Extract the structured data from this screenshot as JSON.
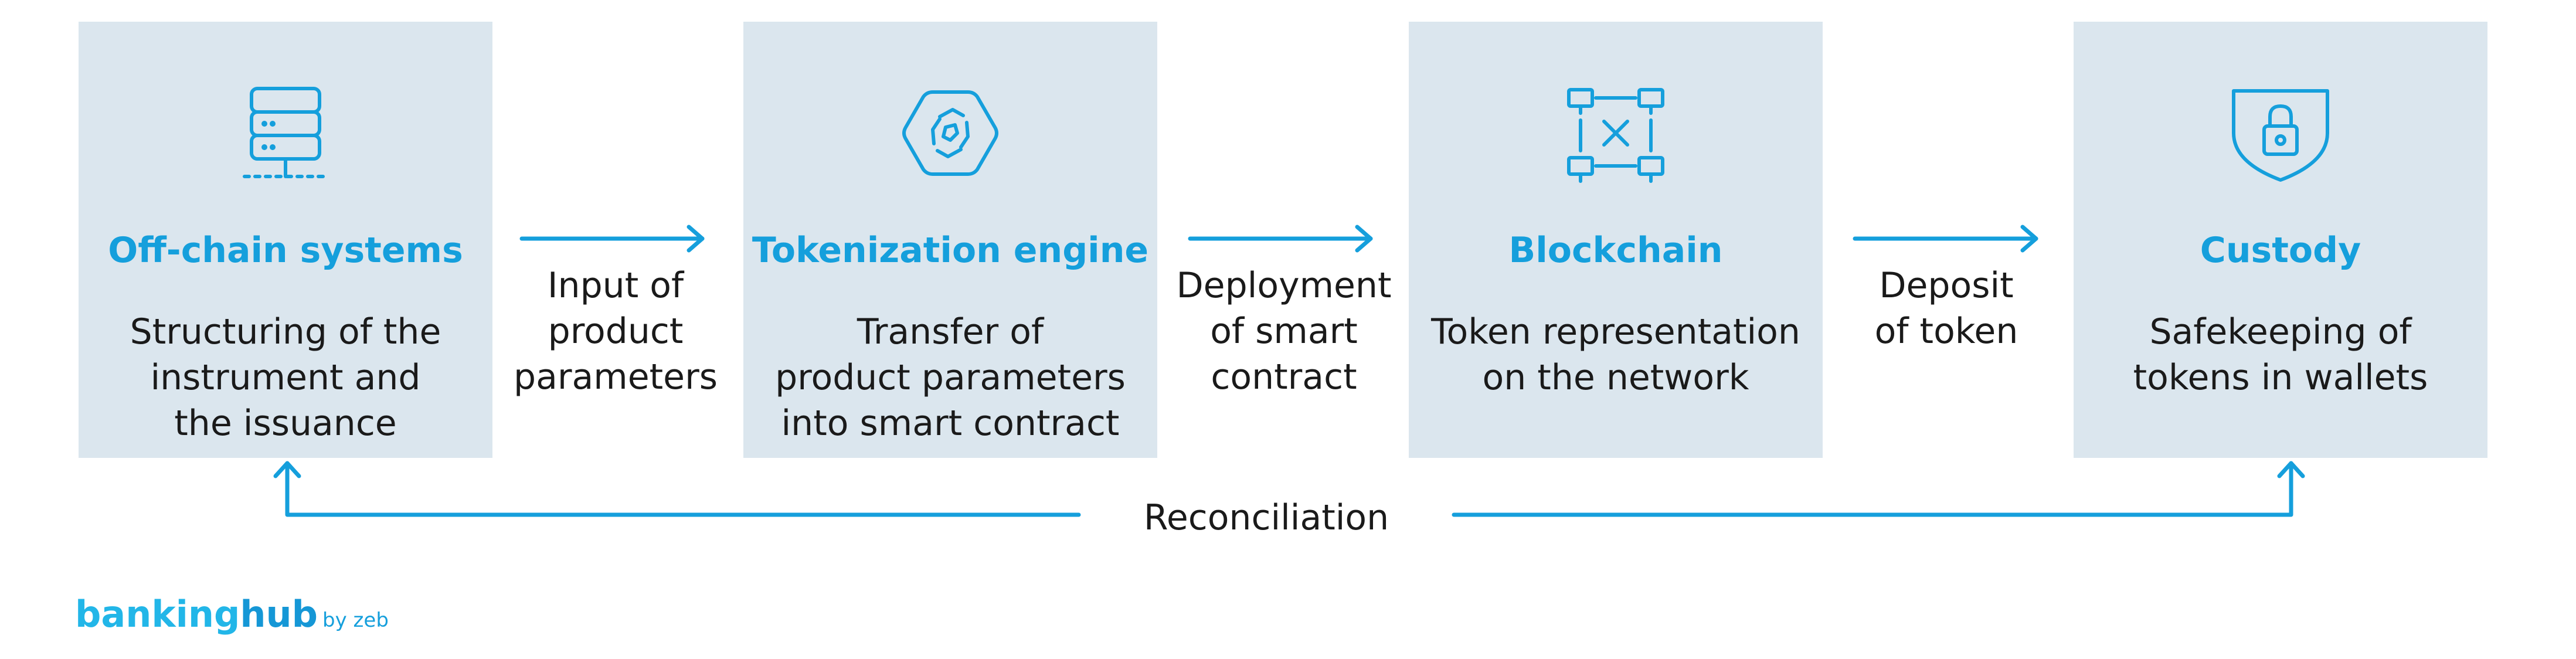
{
  "boxes": [
    {
      "title": "Off-chain systems",
      "description": "Structuring of the\ninstrument and\nthe issuance",
      "icon": "server-icon"
    },
    {
      "title": "Tokenization engine",
      "description": "Transfer of\nproduct parameters\ninto smart contract",
      "icon": "tokenization-icon"
    },
    {
      "title": "Blockchain",
      "description": "Token representation\non the network",
      "icon": "network-icon"
    },
    {
      "title": "Custody",
      "description": "Safekeeping of\ntokens in wallets",
      "icon": "shield-lock-icon"
    }
  ],
  "flow_labels": [
    "Input of\nproduct\nparameters",
    "Deployment\nof smart\ncontract",
    "Deposit\nof token"
  ],
  "reconciliation_label": "Reconciliation",
  "brand": {
    "part1": "banking",
    "part2": "hub",
    "suffix": "by zeb"
  },
  "colors": {
    "accent": "#159fdc",
    "box_bg": "#dbe6ee",
    "text": "#1a1a1a"
  }
}
